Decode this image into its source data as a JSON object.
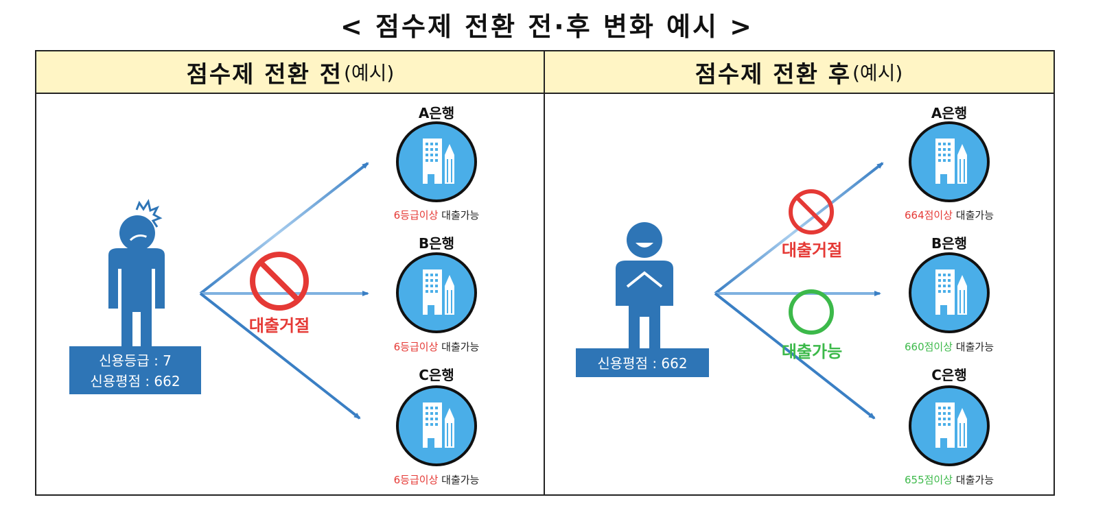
{
  "title": "< 점수제 전환 전·후 변화 예시 >",
  "colors": {
    "header_bg": "#fff5c5",
    "person": "#2e75b6",
    "bank_circle": "#4aaee8",
    "reject": "#e53935",
    "approve": "#3cb94a",
    "arrow": "#3a7fc4"
  },
  "before": {
    "header_main": "점수제 전환 전",
    "header_suffix": "(예시)",
    "credit_line1": "신용등급 : 7",
    "credit_line2": "신용평점 : 662",
    "status": "대출거절",
    "status_icon": "prohibited-icon",
    "banks": [
      {
        "name": "A은행",
        "cond_highlight": "6등급이상",
        "cond_rest": " 대출가능"
      },
      {
        "name": "B은행",
        "cond_highlight": "6등급이상",
        "cond_rest": " 대출가능"
      },
      {
        "name": "C은행",
        "cond_highlight": "6등급이상",
        "cond_rest": " 대출가능"
      }
    ]
  },
  "after": {
    "header_main": "점수제 전환 후",
    "header_suffix": "(예시)",
    "credit_line1": "신용평점 : 662",
    "status_reject": "대출거절",
    "status_reject_icon": "prohibited-icon",
    "status_approve": "대출가능",
    "status_approve_icon": "circle-ok-icon",
    "banks": [
      {
        "name": "A은행",
        "cond_highlight": "664점이상",
        "cond_rest": " 대출가능"
      },
      {
        "name": "B은행",
        "cond_highlight": "660점이상",
        "cond_rest": " 대출가능"
      },
      {
        "name": "C은행",
        "cond_highlight": "655점이상",
        "cond_rest": " 대출가능"
      }
    ]
  }
}
